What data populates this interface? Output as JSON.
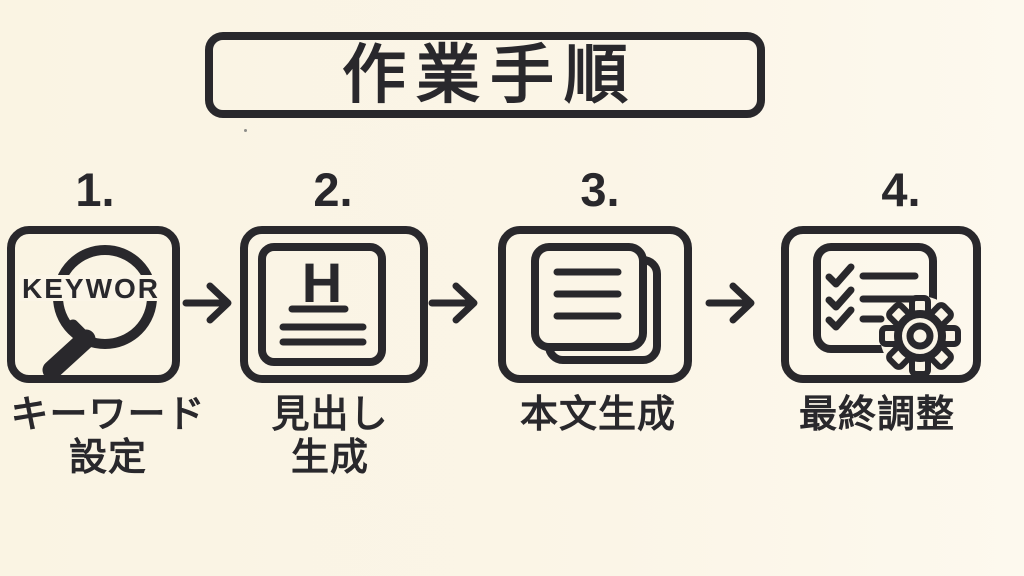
{
  "colors": {
    "background": "#fbf5e7",
    "ink": "#29282c",
    "speck": "#8d8d89"
  },
  "title": {
    "text": "作業手順"
  },
  "steps": [
    {
      "number": "1.",
      "label_lines": [
        "キーワード",
        "設定"
      ],
      "icon": "keyword-magnifier-icon",
      "magnifier_text": "KEYWOR"
    },
    {
      "number": "2.",
      "label_lines": [
        "見出し",
        "生成"
      ],
      "icon": "heading-document-icon",
      "heading_letter": "H"
    },
    {
      "number": "3.",
      "label_lines": [
        "本文生成"
      ],
      "icon": "stacked-documents-icon"
    },
    {
      "number": "4.",
      "label_lines": [
        "最終調整"
      ],
      "icon": "checklist-gear-icon"
    }
  ]
}
